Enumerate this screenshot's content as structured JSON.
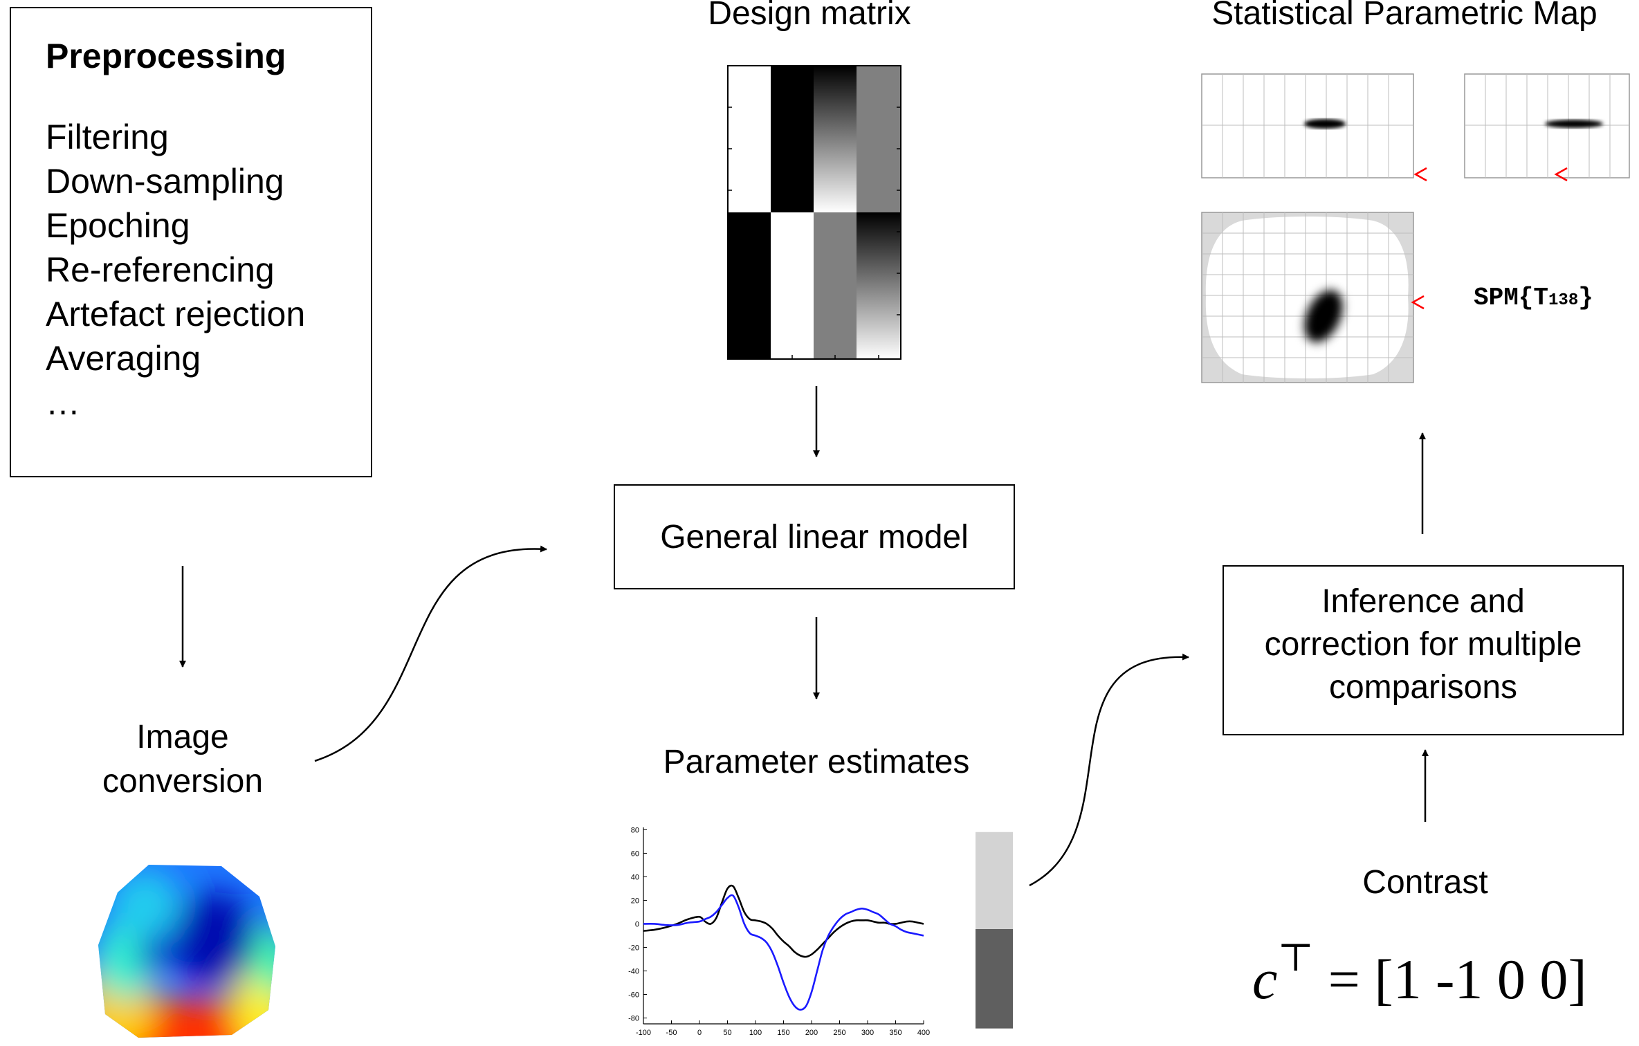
{
  "preprocessing": {
    "title": "Preprocessing",
    "items": [
      "Filtering",
      "Down-sampling",
      "Epoching",
      "Re-referencing",
      "Artefact rejection",
      "Averaging",
      "…"
    ]
  },
  "nodes": {
    "image_conversion": "Image\nconversion",
    "design_matrix": "Design matrix",
    "glm": "General linear model",
    "parameter_estimates": "Parameter estimates",
    "spm_title": "Statistical Parametric Map",
    "inference": "Inference and\ncorrection for multiple\ncomparisons",
    "contrast": "Contrast"
  },
  "spm": {
    "label_main": "SPM{T",
    "label_sub": "138",
    "label_end": "}"
  },
  "contrast_formula": {
    "var": "c",
    "sup": "⊤",
    "rhs": "= [1 -1 0 0]"
  },
  "colors": {
    "series1": "#000000",
    "series2": "#1a1aff",
    "marker": "#ff0000",
    "beta_light": "#d3d3d3",
    "beta_dark": "#5f5f5f"
  },
  "chart_data": {
    "type": "line",
    "xlim": [
      -100,
      400
    ],
    "ylim": [
      -85,
      82
    ],
    "xticks": [
      -100,
      -50,
      0,
      50,
      100,
      150,
      200,
      250,
      300,
      350,
      400
    ],
    "yticks": [
      -80,
      -60,
      -40,
      -20,
      0,
      20,
      40,
      60,
      80
    ],
    "series": [
      {
        "color": "#000000",
        "x": [
          -100,
          -80,
          -60,
          -40,
          -20,
          0,
          10,
          20,
          30,
          40,
          50,
          60,
          70,
          80,
          90,
          100,
          110,
          120,
          130,
          140,
          150,
          160,
          170,
          180,
          190,
          200,
          210,
          220,
          230,
          240,
          250,
          260,
          270,
          280,
          290,
          300,
          310,
          320,
          330,
          340,
          350,
          360,
          370,
          380,
          390,
          400
        ],
        "y": [
          -6,
          -5,
          -3,
          0,
          4,
          6,
          2,
          0,
          5,
          18,
          30,
          32,
          22,
          10,
          4,
          3,
          2,
          0,
          -4,
          -10,
          -15,
          -19,
          -24,
          -27,
          -28,
          -26,
          -22,
          -17,
          -12,
          -7,
          -3,
          0,
          2,
          3,
          3,
          3,
          2,
          1,
          1,
          0,
          0,
          1,
          2,
          2,
          1,
          0
        ]
      },
      {
        "color": "#1a1aff",
        "x": [
          -100,
          -80,
          -60,
          -40,
          -20,
          0,
          10,
          20,
          30,
          40,
          50,
          60,
          70,
          80,
          90,
          100,
          110,
          120,
          130,
          140,
          150,
          160,
          170,
          180,
          190,
          200,
          210,
          220,
          230,
          240,
          250,
          260,
          270,
          280,
          290,
          300,
          310,
          320,
          330,
          340,
          350,
          360,
          370,
          380,
          390,
          400
        ],
        "y": [
          0,
          0,
          -1,
          -1,
          1,
          2,
          4,
          6,
          10,
          16,
          22,
          24,
          14,
          0,
          -8,
          -10,
          -12,
          -16,
          -24,
          -36,
          -50,
          -62,
          -70,
          -73,
          -70,
          -58,
          -40,
          -22,
          -10,
          -2,
          4,
          8,
          10,
          12,
          13,
          12,
          10,
          8,
          4,
          0,
          -2,
          -5,
          -7,
          -8,
          -9,
          -10
        ]
      }
    ]
  },
  "beta_values": [
    {
      "value": 0.85
    },
    {
      "value": -0.85
    }
  ]
}
